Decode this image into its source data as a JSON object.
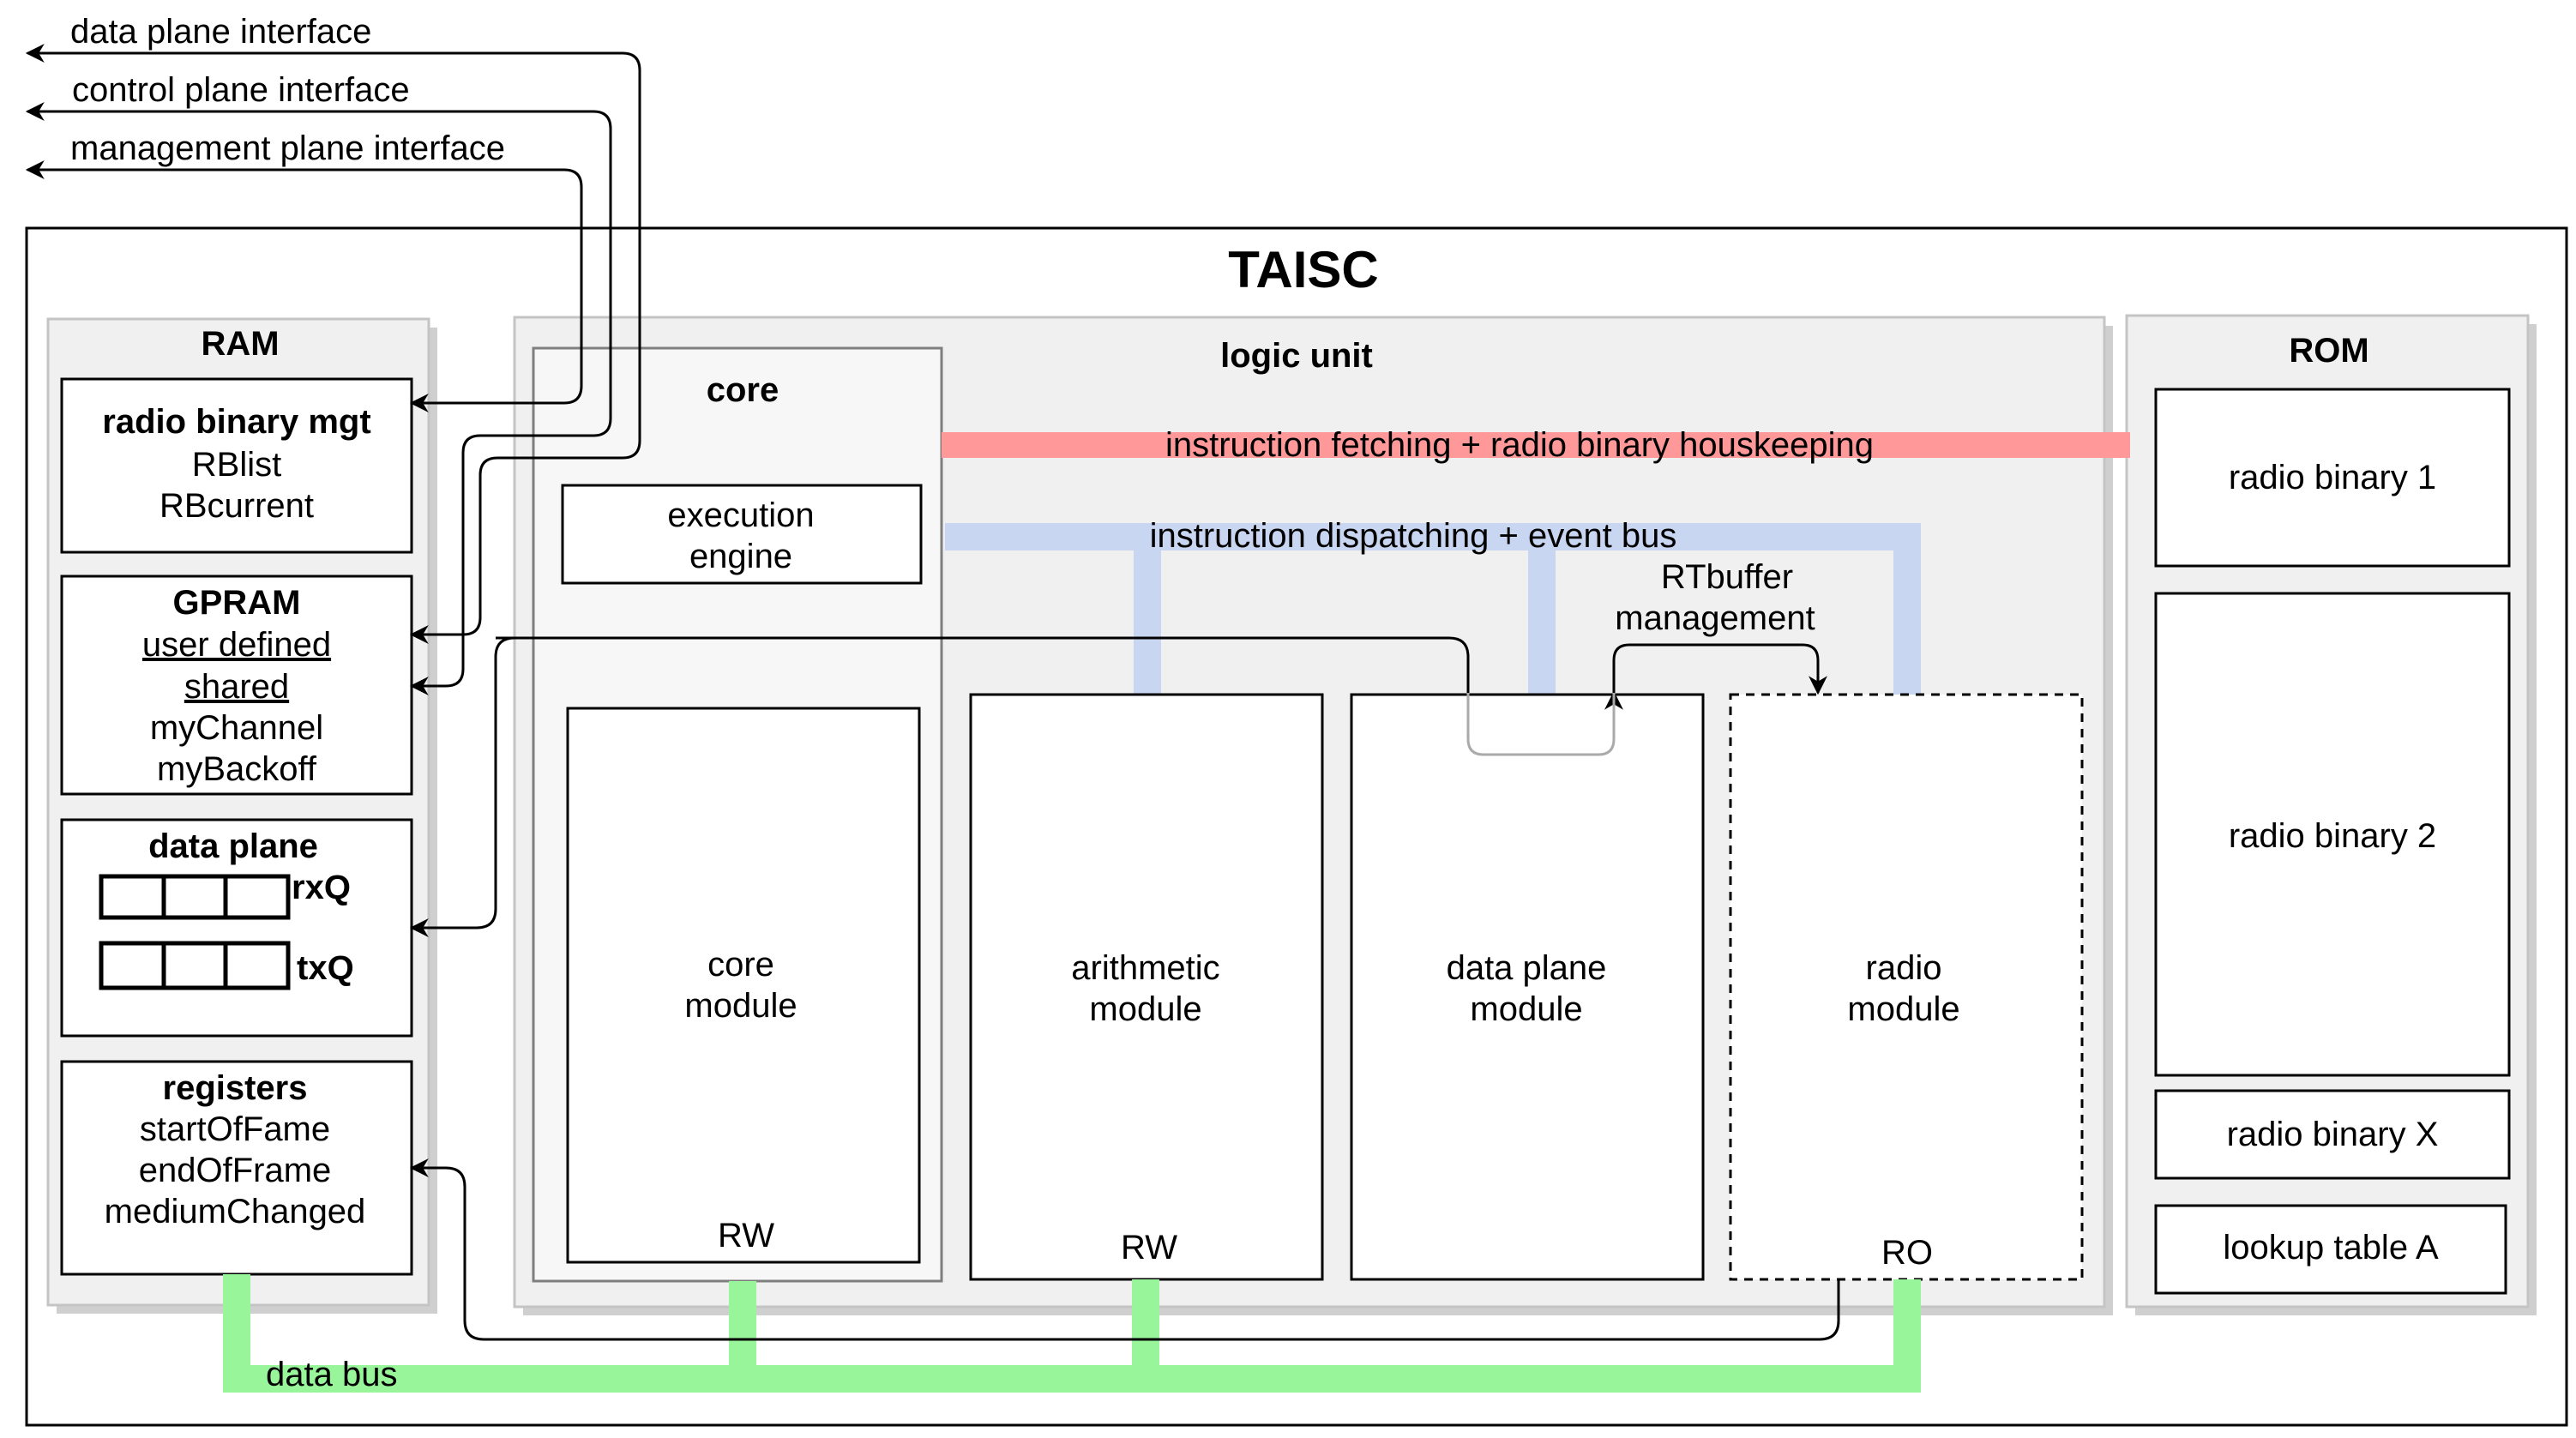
{
  "diagram": {
    "title": "TAISC",
    "external_interfaces": {
      "data_plane": "data plane interface",
      "control_plane": "control plane interface",
      "management_plane": "management plane interface"
    },
    "ram": {
      "label": "RAM",
      "radio_binary_mgt": {
        "title": "radio binary mgt",
        "items": [
          "RBlist",
          "RBcurrent"
        ]
      },
      "gpram": {
        "title": "GPRAM",
        "underlined": [
          "user defined",
          "shared"
        ],
        "items": [
          "myChannel",
          "myBackoff"
        ]
      },
      "data_plane": {
        "title": "data plane",
        "rx": "rxQ",
        "tx": "txQ"
      },
      "registers": {
        "title": "registers",
        "items": [
          "startOfFame",
          "endOfFrame",
          "mediumChanged"
        ]
      }
    },
    "logic_unit": {
      "label": "logic unit",
      "core": {
        "label": "core",
        "execution_engine": [
          "execution",
          "engine"
        ],
        "core_module": [
          "core",
          "module"
        ],
        "core_module_access": "RW"
      },
      "arithmetic_module": {
        "lines": [
          "arithmetic",
          "module"
        ],
        "access": "RW"
      },
      "data_plane_module": {
        "lines": [
          "data plane",
          "module"
        ]
      },
      "radio_module": {
        "lines": [
          "radio",
          "module"
        ],
        "access": "RO"
      },
      "rtbuffer": [
        "RTbuffer",
        "management"
      ]
    },
    "rom": {
      "label": "ROM",
      "items": [
        "radio binary 1",
        "radio binary 2",
        "radio binary X",
        "lookup table A"
      ]
    },
    "buses": {
      "instruction_fetch": "instruction fetching + radio binary houskeeping",
      "instruction_dispatch": "instruction dispatching + event bus",
      "data_bus": "data bus"
    },
    "colors": {
      "instruction_fetch": "#ff9999",
      "instruction_dispatch": "#c8d6f2",
      "data_bus": "#99f599",
      "panel_fill": "#f0f0f0",
      "panel_stroke": "#c4c4c4",
      "shadow": "#cfcfcf"
    }
  }
}
